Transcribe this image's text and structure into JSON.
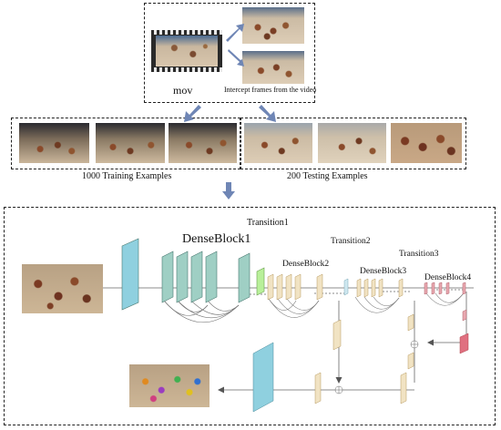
{
  "top": {
    "video_label": "mov",
    "intercept_label": "Intercept frames from the video"
  },
  "datasets": {
    "training_label": "1000 Training Examples",
    "testing_label": "200 Testing  Examples"
  },
  "network": {
    "dense_block_1": "DenseBlock1",
    "dense_block_2": "DenseBlock2",
    "dense_block_3": "DenseBlock3",
    "dense_block_4": "DenseBlock4",
    "transition_1": "Transition1",
    "transition_2": "Transition2",
    "transition_3": "Transition3"
  },
  "colors": {
    "arrow": "#6f86b5",
    "input_conv": "#8fd0df",
    "dense1_layer": "#9fcfc4",
    "transition1": "#b9f09a",
    "dense_layer": "#f1e3c3",
    "dense4_layer": "#e8a8b0"
  }
}
